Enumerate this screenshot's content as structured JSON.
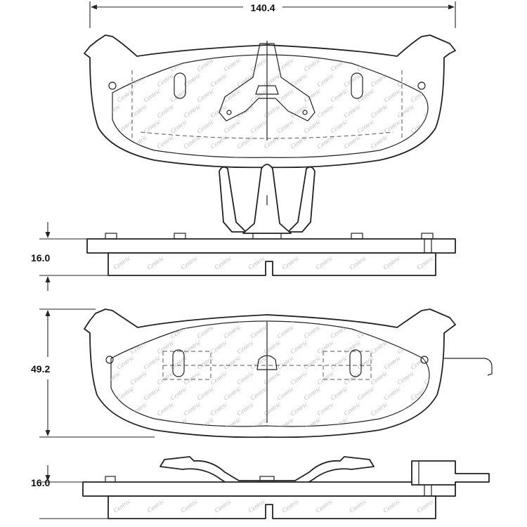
{
  "dimensions": {
    "width": "140.4",
    "thickness_top": "16.0",
    "height": "49.2",
    "thickness_bottom": "16.0"
  },
  "watermark": "Centric"
}
